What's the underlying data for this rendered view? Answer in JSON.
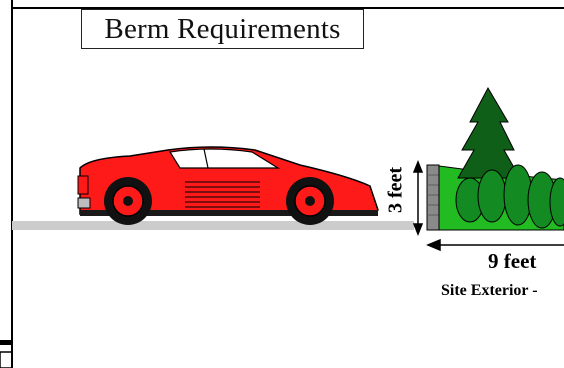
{
  "title": "Berm Requirements",
  "dimensions": {
    "height_label": "3 feet",
    "width_label": "9 feet"
  },
  "site_label": "Site Exterior -",
  "colors": {
    "car_body": "#ff1a1a",
    "ground": "#cccccc",
    "berm": "#22bb22",
    "trees": "#0f6b1a",
    "wall": "#8a8a8a"
  }
}
